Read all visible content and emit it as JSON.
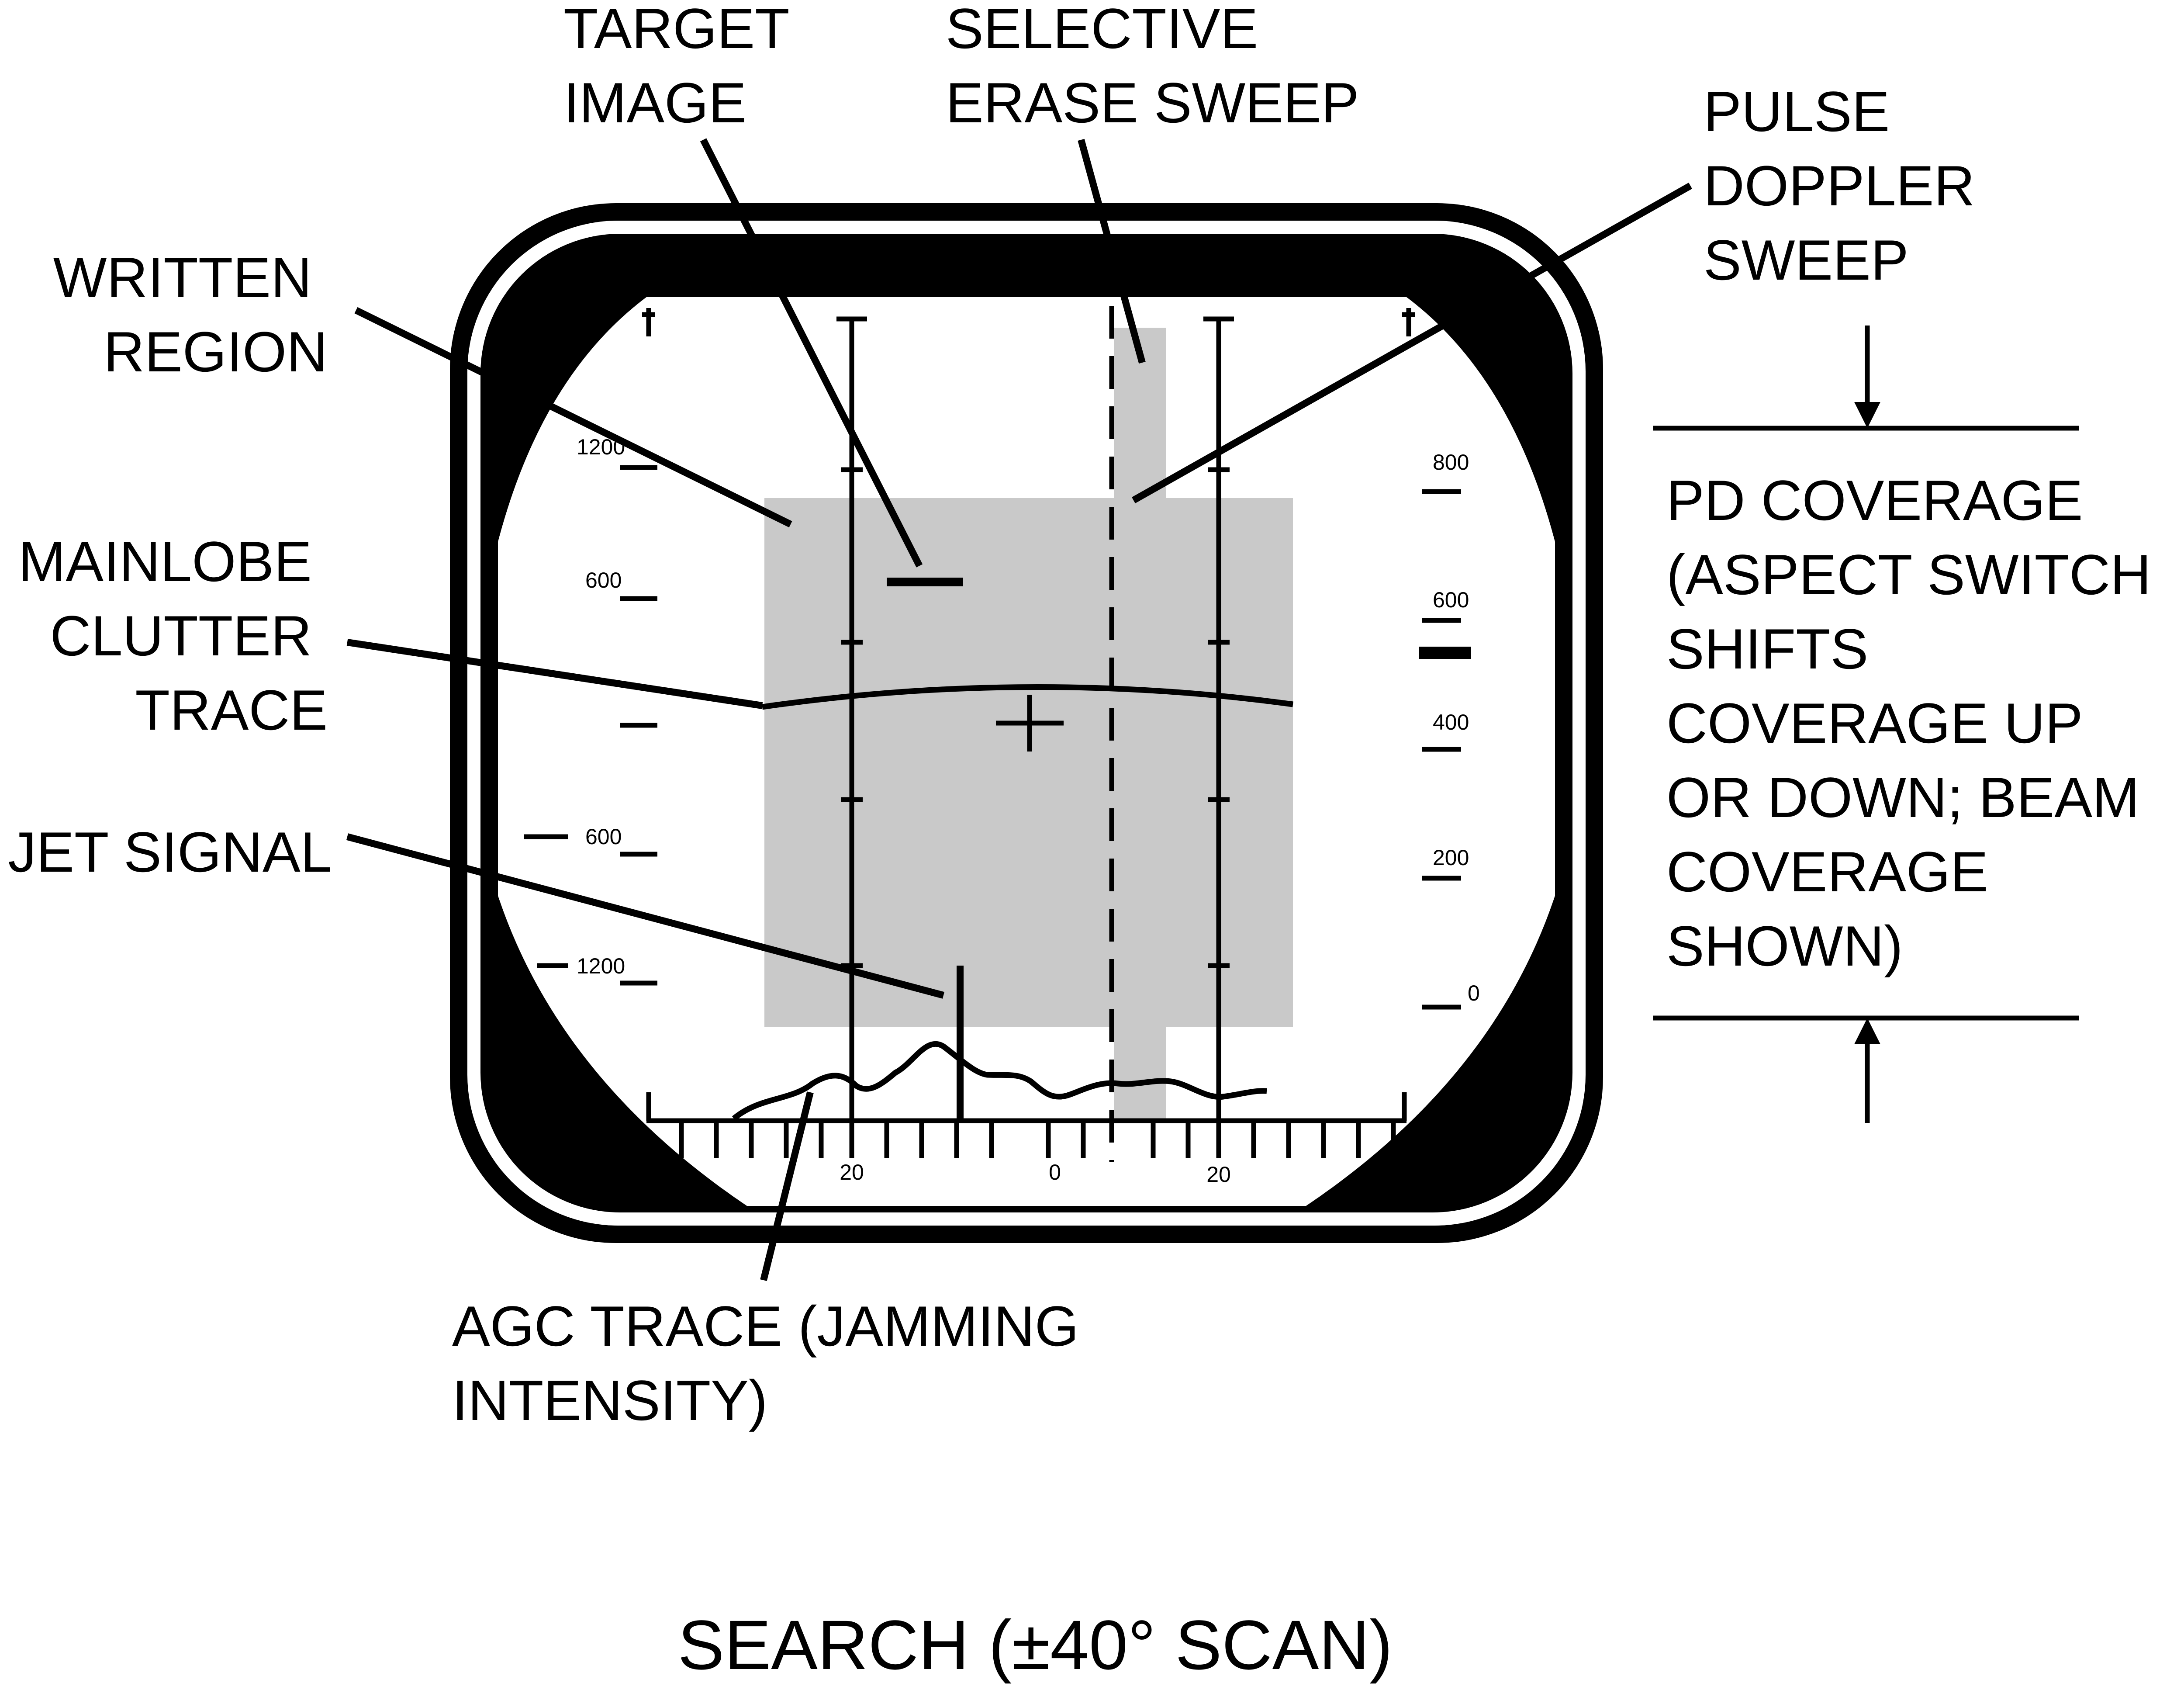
{
  "labels": {
    "target_image": [
      "TARGET",
      "IMAGE"
    ],
    "selective_erase": [
      "SELECTIVE",
      "ERASE SWEEP"
    ],
    "pulse_doppler": [
      "PULSE",
      "DOPPLER",
      "SWEEP"
    ],
    "written_region": [
      "WRITTEN",
      "REGION"
    ],
    "mainlobe_clutter": [
      "MAINLOBE",
      "CLUTTER",
      "TRACE"
    ],
    "jet_signal": [
      "JET SIGNAL"
    ],
    "agc_trace": [
      "AGC TRACE (JAMMING",
      "INTENSITY)"
    ],
    "pd_coverage": [
      "PD COVERAGE",
      "(ASPECT SWITCH",
      "SHIFTS",
      "COVERAGE UP",
      "OR DOWN; BEAM",
      "COVERAGE",
      "SHOWN)"
    ]
  },
  "scales": {
    "left_range": [
      "1200",
      "600",
      "600",
      "1200"
    ],
    "right_velocity": [
      "800",
      "600",
      "400",
      "200",
      "0"
    ],
    "bottom_azimuth": [
      "20",
      "0",
      "20"
    ]
  },
  "caption": "SEARCH (±40° SCAN)"
}
